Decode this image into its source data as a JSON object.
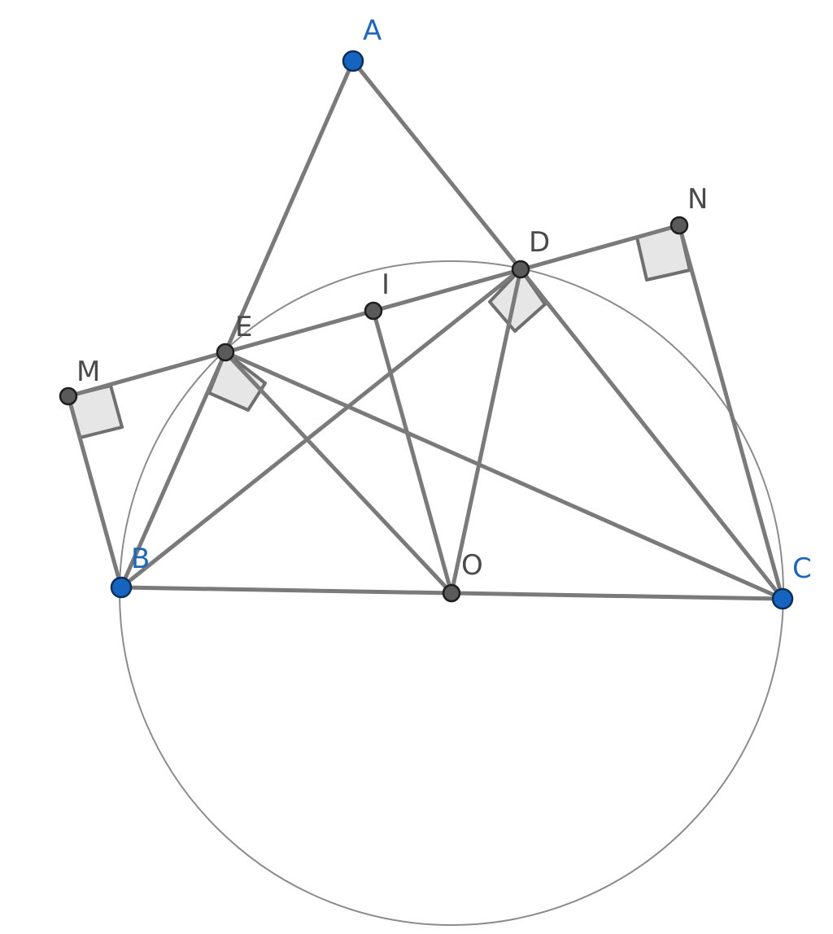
{
  "figure": {
    "labels": {
      "A": "A",
      "B": "B",
      "C": "C",
      "D": "D",
      "E": "E",
      "I": "I",
      "M": "M",
      "N": "N",
      "O": "O"
    },
    "colors": {
      "line": "#7a7a7a",
      "circle": "#8c8c8c",
      "right_angle_fill": "#e6e6e6",
      "given_point": "#1565c0",
      "derived_point": "#5a5a5a",
      "given_label": "#1f67b8",
      "derived_label": "#4a4a4a"
    }
  }
}
